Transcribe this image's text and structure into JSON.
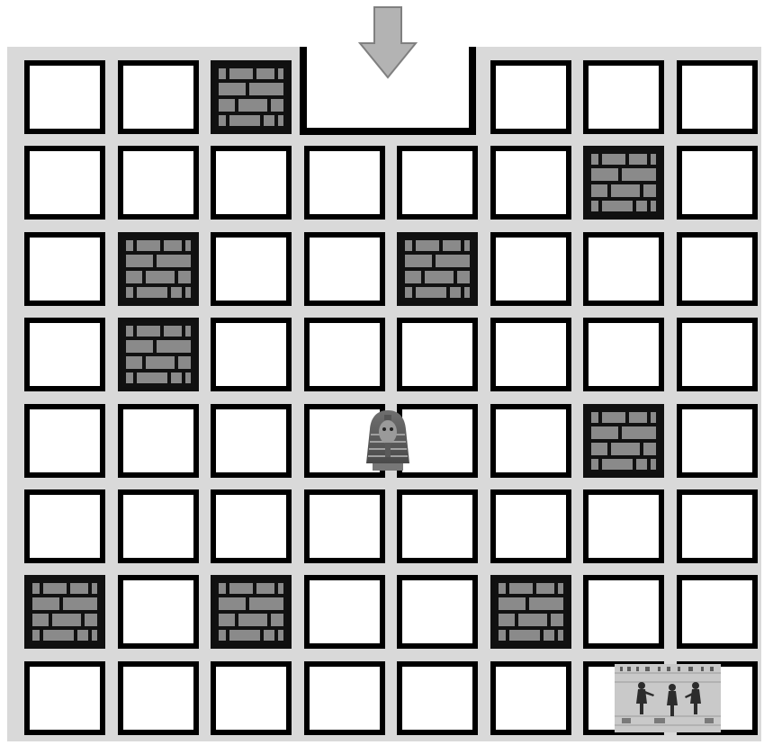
{
  "game": {
    "name": "maze-board",
    "rows": 8,
    "cols": 8,
    "entrance": {
      "row": 0,
      "col_start": 3,
      "col_end": 4,
      "direction": "down"
    },
    "colors": {
      "frame": "#d9d9d9",
      "cell_border": "#000000",
      "cell_fill": "#ffffff",
      "wall_fill": "#8a8a8a",
      "arrow_fill": "#b3b3b3"
    },
    "walls": [
      {
        "row": 0,
        "col": 2
      },
      {
        "row": 1,
        "col": 6
      },
      {
        "row": 2,
        "col": 1
      },
      {
        "row": 2,
        "col": 4
      },
      {
        "row": 3,
        "col": 1
      },
      {
        "row": 4,
        "col": 6
      },
      {
        "row": 6,
        "col": 0
      },
      {
        "row": 6,
        "col": 2
      },
      {
        "row": 6,
        "col": 5
      }
    ],
    "player": {
      "row": 4,
      "col": 3.8,
      "icon": "pharaoh-mask-icon"
    },
    "goal": {
      "row": 7,
      "col": 6.5,
      "icon": "egyptian-mural-icon"
    },
    "start_arrow_icon": "down-arrow-icon"
  }
}
